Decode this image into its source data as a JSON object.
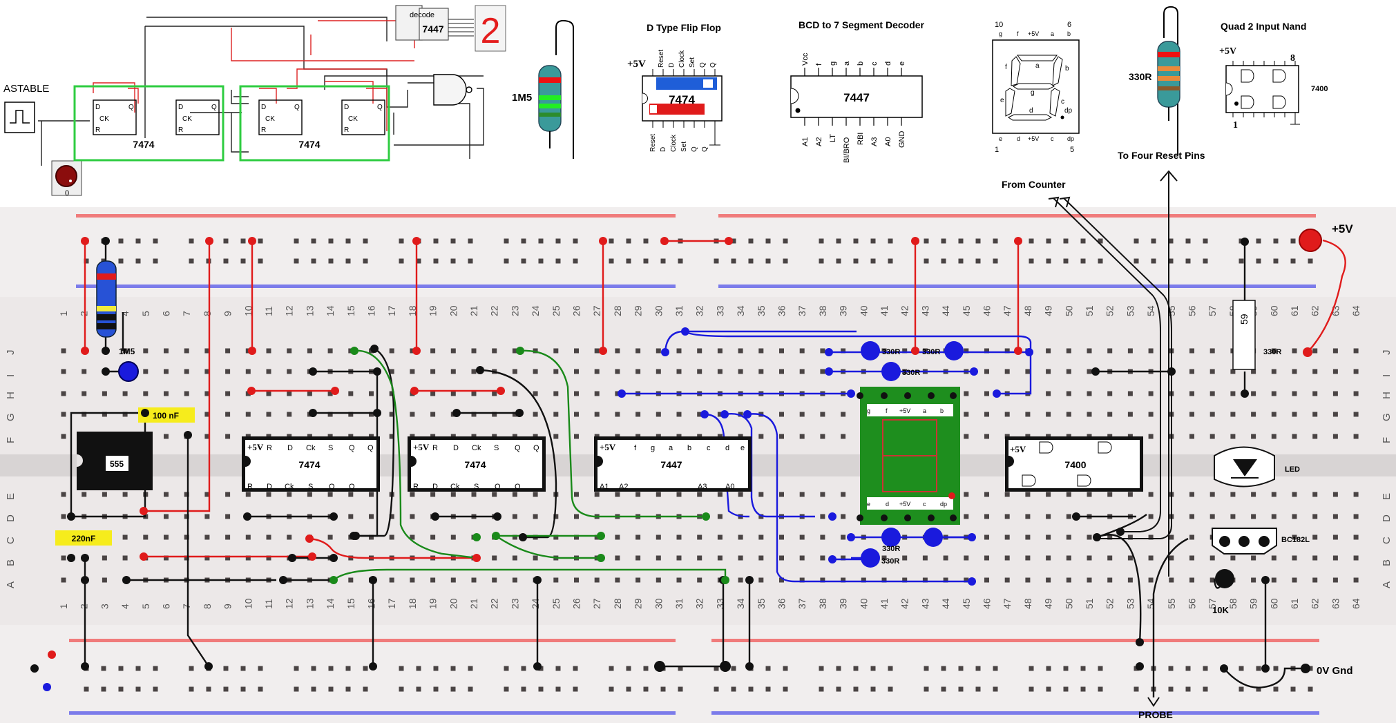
{
  "schematic": {
    "astable_label": "ASTABLE",
    "probe_value": "0",
    "flipflop_chip_label": "7474",
    "pin_labels": {
      "d": "D",
      "q": "Q",
      "ck": "CK",
      "r": "R"
    },
    "decoder_top": "decode",
    "decoder_chip": "7447",
    "display_digit": "2"
  },
  "reference": {
    "resistor_1m5_label": "1M5",
    "dff": {
      "title": "D Type Flip Flop",
      "supply": "+5V",
      "chip": "7474",
      "top_pins": [
        "Reset",
        "D",
        "Clock",
        "Set",
        "Q",
        "Q"
      ],
      "bottom_pins": [
        "Reset",
        "D",
        "Clock",
        "Set",
        "Q",
        "Q"
      ]
    },
    "bcd": {
      "title": "BCD to 7 Segment Decoder",
      "chip": "7447",
      "top_pins": [
        "Vcc",
        "f",
        "g",
        "a",
        "b",
        "c",
        "d",
        "e"
      ],
      "bottom_pins": [
        "A1",
        "A2",
        "LT",
        "BI/BRO",
        "RBI",
        "A3",
        "A0",
        "GND"
      ]
    },
    "seg": {
      "top_numbers": [
        "10",
        "6"
      ],
      "top_pins": [
        "g",
        "f",
        "+5V",
        "a",
        "b"
      ],
      "bottom_pins": [
        "e",
        "d",
        "+5V",
        "c",
        "dp"
      ],
      "bottom_numbers": [
        "1",
        "5"
      ],
      "segments": [
        "a",
        "b",
        "c",
        "d",
        "e",
        "f",
        "g",
        "dp"
      ]
    },
    "resistor_330_label": "330R",
    "nand": {
      "title": "Quad 2 Input Nand",
      "supply": "+5V",
      "pin8": "8",
      "pin1": "1",
      "chip": "7400"
    }
  },
  "notes": {
    "from_counter": "From Counter",
    "to_reset": "To Four Reset Pins",
    "probe": "PROBE",
    "plus5": "+5V",
    "gnd": "0V Gnd"
  },
  "board": {
    "row_letters_top": [
      "J",
      "I",
      "H",
      "G",
      "F"
    ],
    "row_letters_bottom": [
      "E",
      "D",
      "C",
      "B",
      "A"
    ],
    "chips": {
      "c555": "555",
      "ff1": "7474",
      "ff2": "7474",
      "dec": "7447",
      "nand": "7400"
    },
    "ff_top_pins": [
      "+5V",
      "R",
      "D",
      "Ck",
      "S",
      "Q",
      "Q"
    ],
    "ff_bottom_pins": [
      "R",
      "D",
      "Ck",
      "S",
      "Q",
      "Q"
    ],
    "dec_top_pins": [
      "+5V",
      "f",
      "g",
      "a",
      "b",
      "c",
      "d",
      "e"
    ],
    "dec_bottom_pins": [
      "A1",
      "A2",
      "A3",
      "A0"
    ],
    "nand_supply": "+5V",
    "seg_top_pins": [
      "g",
      "f",
      "+5V",
      "a",
      "b"
    ],
    "seg_bottom_pins": [
      "e",
      "d",
      "+5V",
      "c",
      "dp"
    ],
    "cap_100": "100 nF",
    "cap_220": "220nF",
    "r1m5": "1M5",
    "r330": "330R",
    "r59": "59",
    "led": "LED",
    "transistor": "BC182L",
    "r10k": "10K"
  }
}
